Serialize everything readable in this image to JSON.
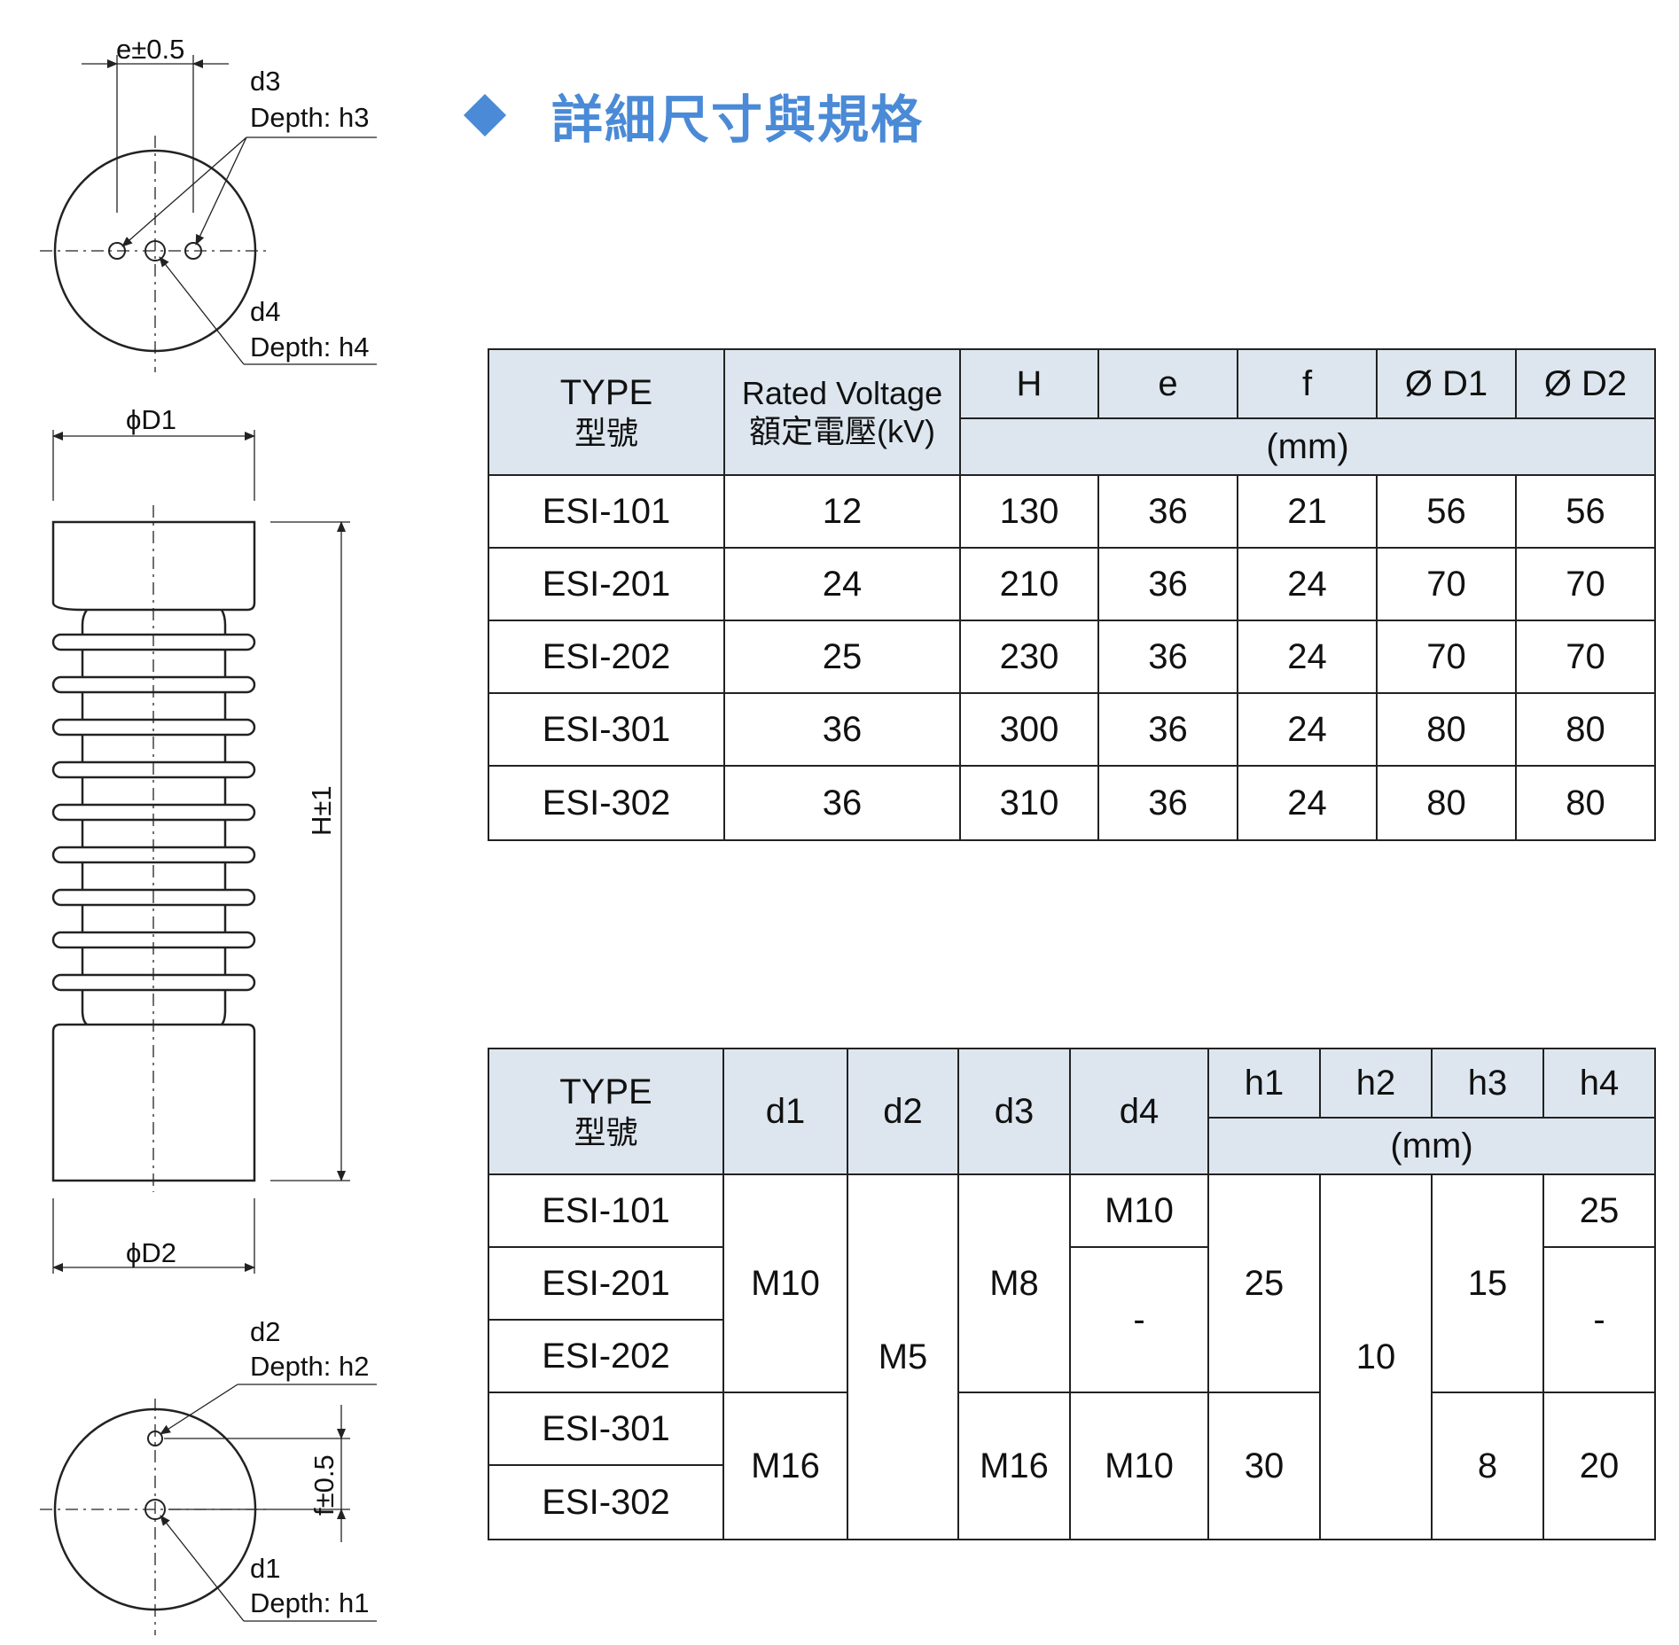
{
  "heading": {
    "title": "詳細尺寸與規格",
    "accent": "#4a8ad6",
    "header_bg": "#dde6ef"
  },
  "drawing_labels": {
    "e_tol": "e±0.5",
    "d3": "d3",
    "depth_h3": "Depth: h3",
    "d4": "d4",
    "depth_h4": "Depth: h4",
    "D1": "ϕD1",
    "D2": "ϕD2",
    "H_tol": "H±1",
    "d2": "d2",
    "depth_h2": "Depth: h2",
    "d1": "d1",
    "depth_h1": "Depth: h1",
    "f_tol": "f±0.5"
  },
  "table1": {
    "type_label": "TYPE",
    "type_label_zh": "型號",
    "voltage_label": "Rated Voltage",
    "voltage_label_zh": "額定電壓(kV)",
    "dim_headers": [
      "H",
      "e",
      "f",
      "Ø D1",
      "Ø D2"
    ],
    "unit": "(mm)",
    "rows": [
      [
        "ESI-101",
        "12",
        "130",
        "36",
        "21",
        "56",
        "56"
      ],
      [
        "ESI-201",
        "24",
        "210",
        "36",
        "24",
        "70",
        "70"
      ],
      [
        "ESI-202",
        "25",
        "230",
        "36",
        "24",
        "70",
        "70"
      ],
      [
        "ESI-301",
        "36",
        "300",
        "36",
        "24",
        "80",
        "80"
      ],
      [
        "ESI-302",
        "36",
        "310",
        "36",
        "24",
        "80",
        "80"
      ]
    ]
  },
  "table2": {
    "type_label": "TYPE",
    "type_label_zh": "型號",
    "thread_headers": [
      "d1",
      "d2",
      "d3",
      "d4"
    ],
    "depth_headers": [
      "h1",
      "h2",
      "h3",
      "h4"
    ],
    "unit": "(mm)",
    "types": [
      "ESI-101",
      "ESI-201",
      "ESI-202",
      "ESI-301",
      "ESI-302"
    ],
    "cells": {
      "d1_a": "M10",
      "d1_b": "M16",
      "d2": "M5",
      "d3_a": "M8",
      "d3_b": "M16",
      "d4_a": "M10",
      "d4_b": "-",
      "d4_c": "M10",
      "h1_a": "25",
      "h1_b": "30",
      "h2": "10",
      "h3_a": "15",
      "h3_b": "8",
      "h4_a": "25",
      "h4_b": "-",
      "h4_c": "20"
    }
  }
}
